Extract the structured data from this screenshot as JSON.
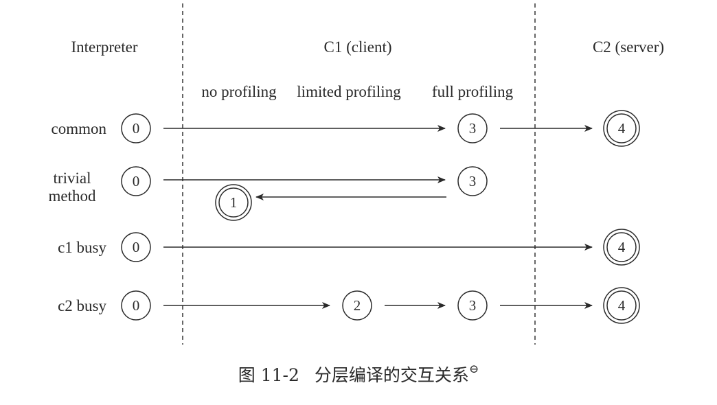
{
  "columns": {
    "interpreter": "Interpreter",
    "c1": "C1 (client)",
    "c2": "C2 (server)"
  },
  "sub_columns": [
    "no profiling",
    "limited profiling",
    "full profiling"
  ],
  "rows": [
    {
      "label_lines": [
        "common"
      ],
      "nodes": [
        {
          "level": 0
        },
        {
          "level": 3
        },
        {
          "level": 4,
          "final": true
        }
      ],
      "edges": [
        [
          0,
          3
        ],
        [
          3,
          4
        ]
      ]
    },
    {
      "label_lines": [
        "trivial",
        "method"
      ],
      "nodes": [
        {
          "level": 0
        },
        {
          "level": 3
        },
        {
          "level": 1,
          "final": true
        }
      ],
      "edges": [
        [
          0,
          3
        ],
        [
          3,
          1
        ]
      ]
    },
    {
      "label_lines": [
        "c1 busy"
      ],
      "nodes": [
        {
          "level": 0
        },
        {
          "level": 4,
          "final": true
        }
      ],
      "edges": [
        [
          0,
          4
        ]
      ]
    },
    {
      "label_lines": [
        "c2 busy"
      ],
      "nodes": [
        {
          "level": 0
        },
        {
          "level": 2
        },
        {
          "level": 3
        },
        {
          "level": 4,
          "final": true
        }
      ],
      "edges": [
        [
          0,
          2
        ],
        [
          2,
          3
        ],
        [
          3,
          4
        ]
      ]
    }
  ],
  "caption": {
    "figure": "图 11-2",
    "title": "分层编译的交互关系",
    "footnote_mark": "⊖"
  },
  "colors": {
    "ink": "#2a2a2a",
    "background": "#ffffff"
  }
}
